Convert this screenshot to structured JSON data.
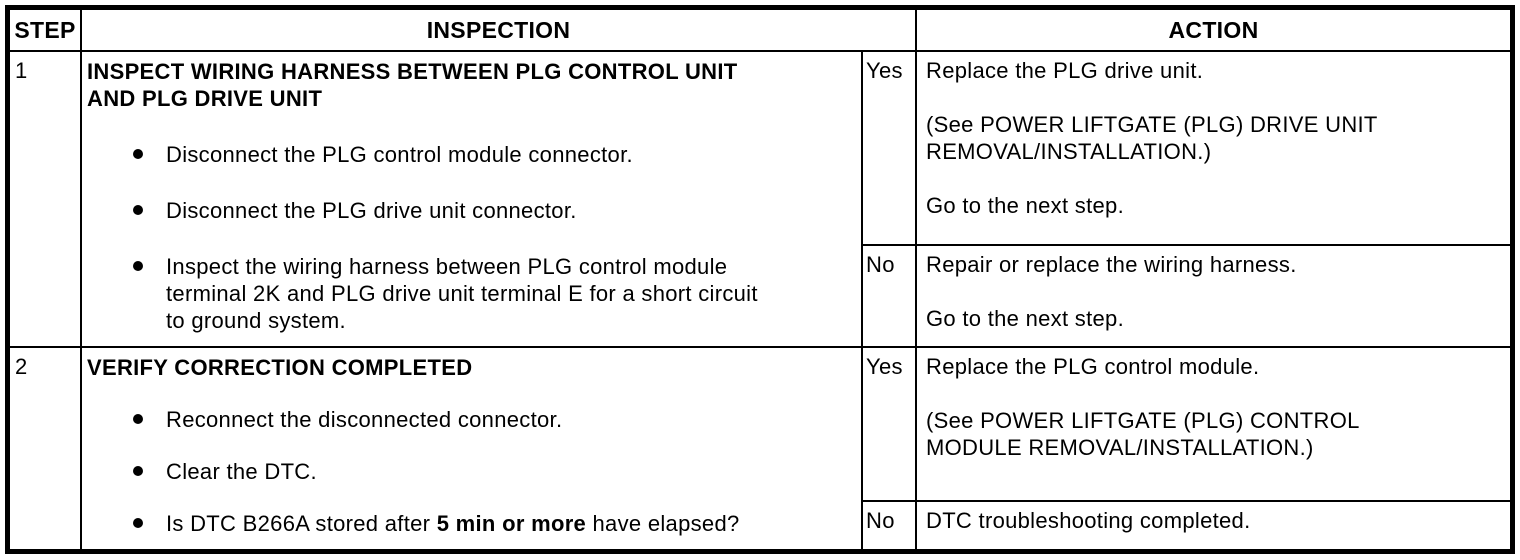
{
  "table": {
    "headers": {
      "step": "STEP",
      "inspection": "INSPECTION",
      "action": "ACTION"
    },
    "rows": [
      {
        "step": "1",
        "title": "INSPECT WIRING HARNESS BETWEEN PLG CONTROL UNIT AND PLG DRIVE UNIT",
        "bullets": [
          {
            "pre": "Disconnect the PLG control module connector.",
            "bold": "",
            "post": ""
          },
          {
            "pre": "Disconnect the PLG drive unit connector.",
            "bold": "",
            "post": ""
          },
          {
            "pre": "Inspect the wiring harness between PLG control module terminal 2K and PLG drive unit terminal E for a short circuit to ground system.",
            "bold": "",
            "post": ""
          }
        ],
        "yes": {
          "answer": "Yes",
          "paragraphs": [
            "Replace the PLG drive unit.",
            "(See POWER LIFTGATE (PLG) DRIVE UNIT REMOVAL/INSTALLATION.)",
            "Go to the next step."
          ]
        },
        "no": {
          "answer": "No",
          "paragraphs": [
            "Repair or replace the wiring harness.",
            "Go to the next step."
          ]
        }
      },
      {
        "step": "2",
        "title": "VERIFY CORRECTION COMPLETED",
        "bullets": [
          {
            "pre": "Reconnect the disconnected connector.",
            "bold": "",
            "post": ""
          },
          {
            "pre": "Clear the DTC.",
            "bold": "",
            "post": ""
          },
          {
            "pre": "Is DTC B266A stored after ",
            "bold": "5 min or more",
            "post": " have elapsed?"
          }
        ],
        "yes": {
          "answer": "Yes",
          "paragraphs": [
            "Replace the PLG control module.",
            "(See POWER LIFTGATE (PLG) CONTROL MODULE REMOVAL/INSTALLATION.)"
          ]
        },
        "no": {
          "answer": "No",
          "paragraphs": [
            "DTC troubleshooting completed."
          ]
        }
      }
    ],
    "colors": {
      "border": "#000000",
      "text": "#000000",
      "background": "#ffffff"
    }
  }
}
